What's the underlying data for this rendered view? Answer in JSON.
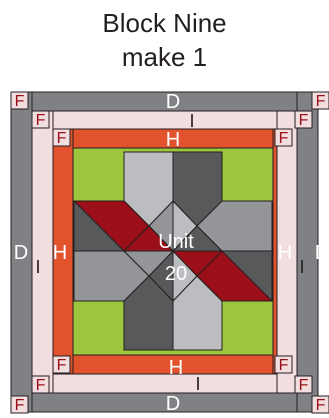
{
  "title": "Block Nine",
  "subtitle": "make 1",
  "unit_label_line1": "Unit",
  "unit_label_line2": "20",
  "piece_labels": {
    "outer_border": "D",
    "inner_border": "I",
    "corner": "F",
    "red_border": "H"
  },
  "colors": {
    "dark_gray": "#808184",
    "light_pink": "#f2dedf",
    "orange_red": "#e2522c",
    "lime_green": "#9cc63d",
    "dark_red": "#9b1018",
    "slate_gray": "#58595b",
    "silver_gray": "#bcbdc0",
    "medium_gray": "#939598",
    "outline": "#231f20"
  }
}
